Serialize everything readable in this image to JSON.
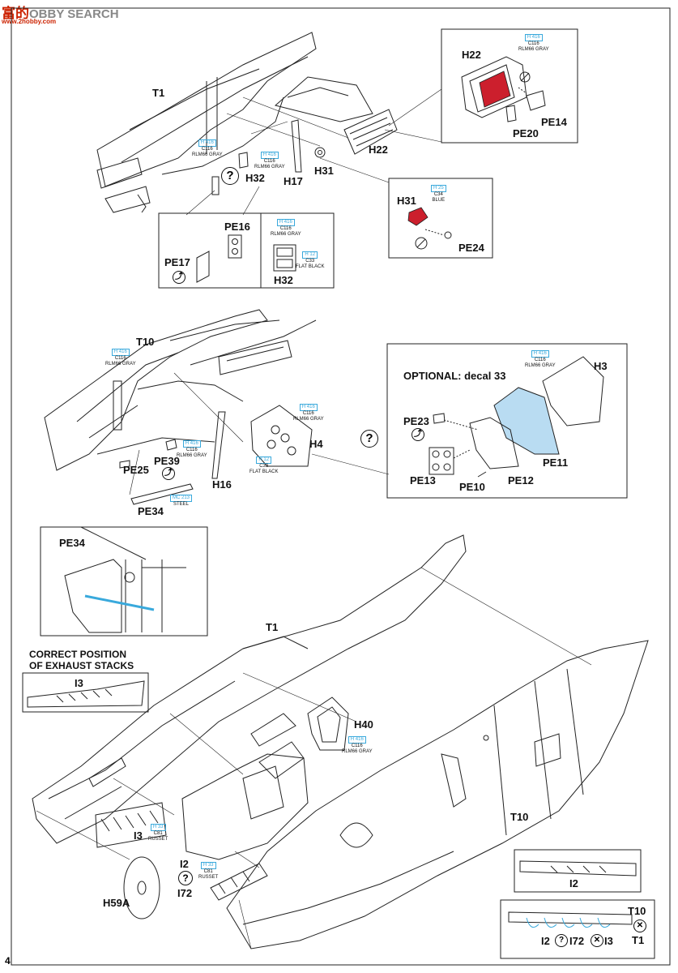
{
  "watermark": {
    "logo": "富的",
    "text": "OBBY SEARCH",
    "url": "www.2hobby.com"
  },
  "page_number": "4",
  "colors": {
    "outline": "#222222",
    "paint_tag": "#39a9dc",
    "red_part": "#cc1f2d",
    "blue_part": "#b9dcf2",
    "light_blue": "#cfe8f7"
  },
  "icons": {
    "optional": "question-mark-icon",
    "bend": "bend-arrow-icon",
    "remove": "remove-icon"
  },
  "labels": {
    "t1_top": "T1",
    "h22_a": "H22",
    "h22_b": "H22",
    "pe14": "PE14",
    "pe20": "PE20",
    "h17": "H17",
    "h31_a": "H31",
    "h32_a": "H32",
    "h31_b": "H31",
    "pe24": "PE24",
    "pe16": "PE16",
    "pe17": "PE17",
    "h32_b": "H32",
    "t10_mid": "T10",
    "h4": "H4",
    "h16": "H16",
    "pe25": "PE25",
    "pe39": "PE39",
    "pe34_a": "PE34",
    "optional_title": "OPTIONAL: decal 33",
    "h3": "H3",
    "pe23": "PE23",
    "pe11": "PE11",
    "pe13": "PE13",
    "pe10": "PE10",
    "pe12": "PE12",
    "pe34_b": "PE34",
    "correct_title_1": "CORRECT POSITION",
    "correct_title_2": "OF EXHAUST STACKS",
    "i3_a": "I3",
    "t1_bottom": "T1",
    "h40": "H40",
    "i3_b": "I3",
    "t10_bottom": "T10",
    "i2_a": "I2",
    "i72_a": "I72",
    "h59a": "H59A",
    "i2_box": "I2",
    "t10_box": "T10",
    "t1_box": "T1",
    "i2_b": "I2",
    "i72_b": "I72",
    "i3_c": "I3"
  },
  "paint_tags": {
    "rlm66_a": {
      "code": "H 416",
      "mixed": "C116",
      "name": "RLM66 GRAY"
    },
    "rlm66_b": {
      "code": "H 416",
      "mixed": "C116",
      "name": "RLM66 GRAY"
    },
    "rlm66_c": {
      "code": "H 416",
      "mixed": "C116",
      "name": "RLM66 GRAY"
    },
    "rlm66_d": {
      "code": "H 416",
      "mixed": "C116",
      "name": "RLM66 GRAY"
    },
    "blue": {
      "code": "H 25",
      "mixed": "C34",
      "name": "BLUE"
    },
    "black_a": {
      "code": "H 12",
      "mixed": "C33",
      "name": "FLAT BLACK"
    },
    "rlm66_e": {
      "code": "H 416",
      "mixed": "C116",
      "name": "RLM66 GRAY"
    },
    "rlm66_f": {
      "code": "H 416",
      "mixed": "C116",
      "name": "RLM66 GRAY"
    },
    "rlm66_g": {
      "code": "H 416",
      "mixed": "C116",
      "name": "RLM66 GRAY"
    },
    "black_b": {
      "code": "H 12",
      "mixed": "C33",
      "name": "FLAT BLACK"
    },
    "rlm66_h": {
      "code": "H 416",
      "mixed": "C116",
      "name": "RLM66 GRAY"
    },
    "steel": {
      "code": "MC 213",
      "mixed": "",
      "name": "STEEL"
    },
    "rlm66_i": {
      "code": "H 416",
      "mixed": "C116",
      "name": "RLM66 GRAY"
    },
    "russet_a": {
      "code": "H 33",
      "mixed": "C81",
      "name": "RUSSET"
    },
    "russet_b": {
      "code": "H 33",
      "mixed": "C81",
      "name": "RUSSET"
    }
  }
}
